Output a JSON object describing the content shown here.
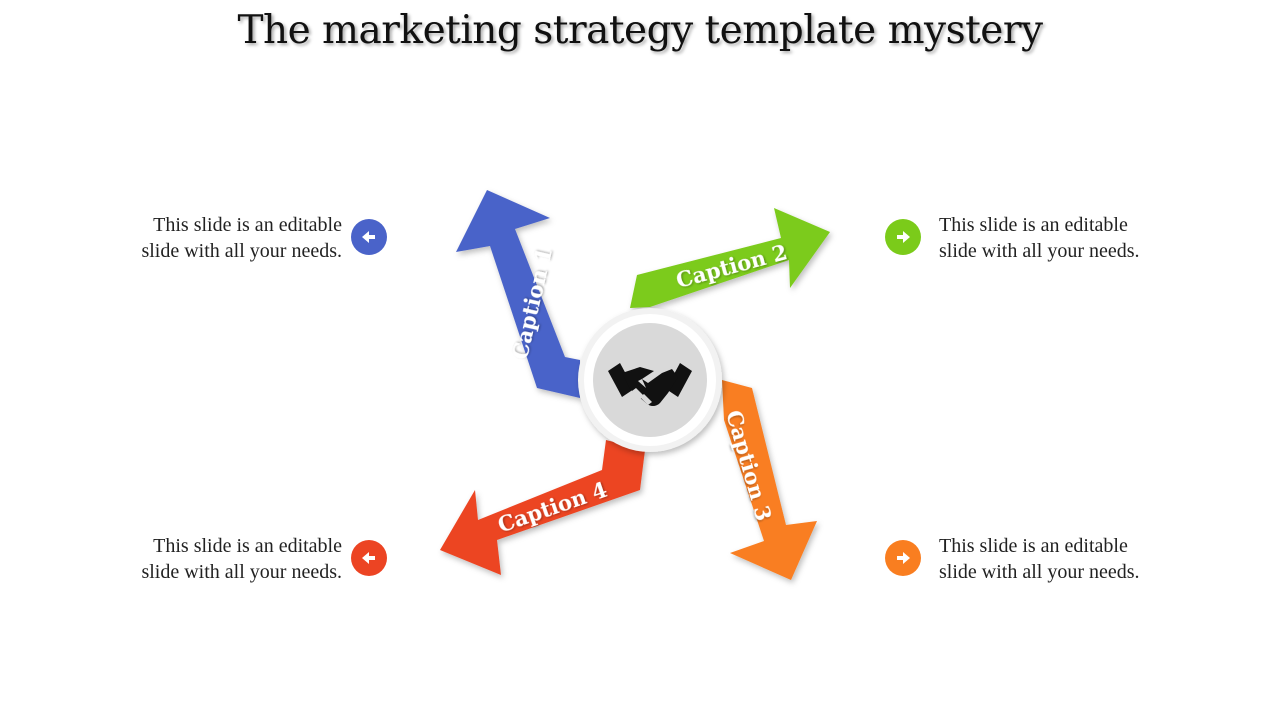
{
  "title": "The marketing strategy template mystery",
  "captions": [
    {
      "label": "Caption 1",
      "color": "#4a63c9"
    },
    {
      "label": "Caption 2",
      "color": "#7bcb1a"
    },
    {
      "label": "Caption 3",
      "color": "#f97e20"
    },
    {
      "label": "Caption 4",
      "color": "#ec4423"
    }
  ],
  "descriptions": {
    "top_left": {
      "line1": "This slide is an editable",
      "line2": "slide with all your needs.",
      "icon": "arrow-left-icon",
      "color": "#4a63c9"
    },
    "top_right": {
      "line1": "This slide is an editable",
      "line2": "slide with all your needs.",
      "icon": "arrow-right-icon",
      "color": "#7bcb1a"
    },
    "bottom_left": {
      "line1": "This slide is an editable",
      "line2": "slide with all your needs.",
      "icon": "arrow-left-icon",
      "color": "#ec4423"
    },
    "bottom_right": {
      "line1": "This slide is an editable",
      "line2": "slide with all your needs.",
      "icon": "arrow-right-icon",
      "color": "#f97e20"
    }
  },
  "center_icon": "handshake-icon"
}
